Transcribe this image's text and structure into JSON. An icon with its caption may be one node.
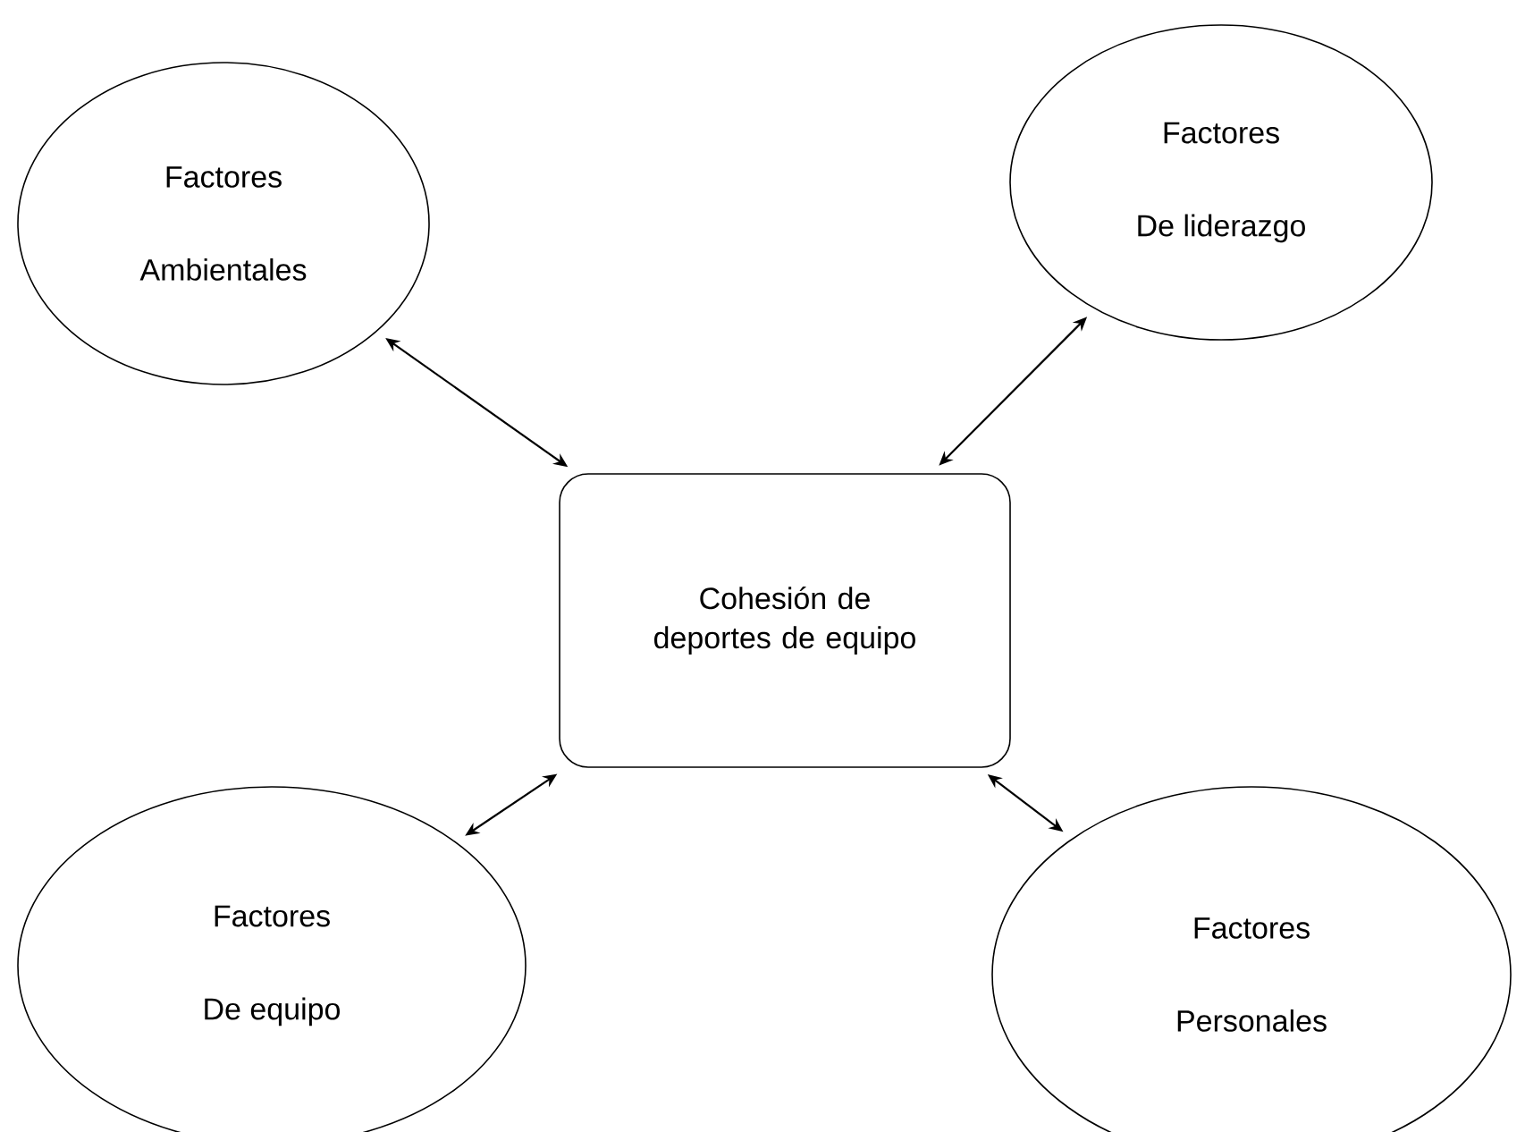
{
  "diagram": {
    "nodes": [
      {
        "text": [
          "Factores",
          "Ambientales"
        ]
      },
      {
        "text": [
          "Factores",
          "De liderazgo"
        ]
      },
      {
        "text": [
          "Cohesión de deportes de equipo"
        ]
      },
      {
        "text": [
          "Factores",
          "De equipo"
        ]
      },
      {
        "text": [
          "Factores",
          "Personales"
        ]
      }
    ],
    "edges": [
      {
        "from": 0,
        "to": 2,
        "arrow": "both"
      },
      {
        "from": 1,
        "to": 2,
        "arrow": "both"
      },
      {
        "from": 3,
        "to": 2,
        "arrow": "both"
      },
      {
        "from": 2,
        "to": 4,
        "arrow": "both"
      }
    ]
  }
}
